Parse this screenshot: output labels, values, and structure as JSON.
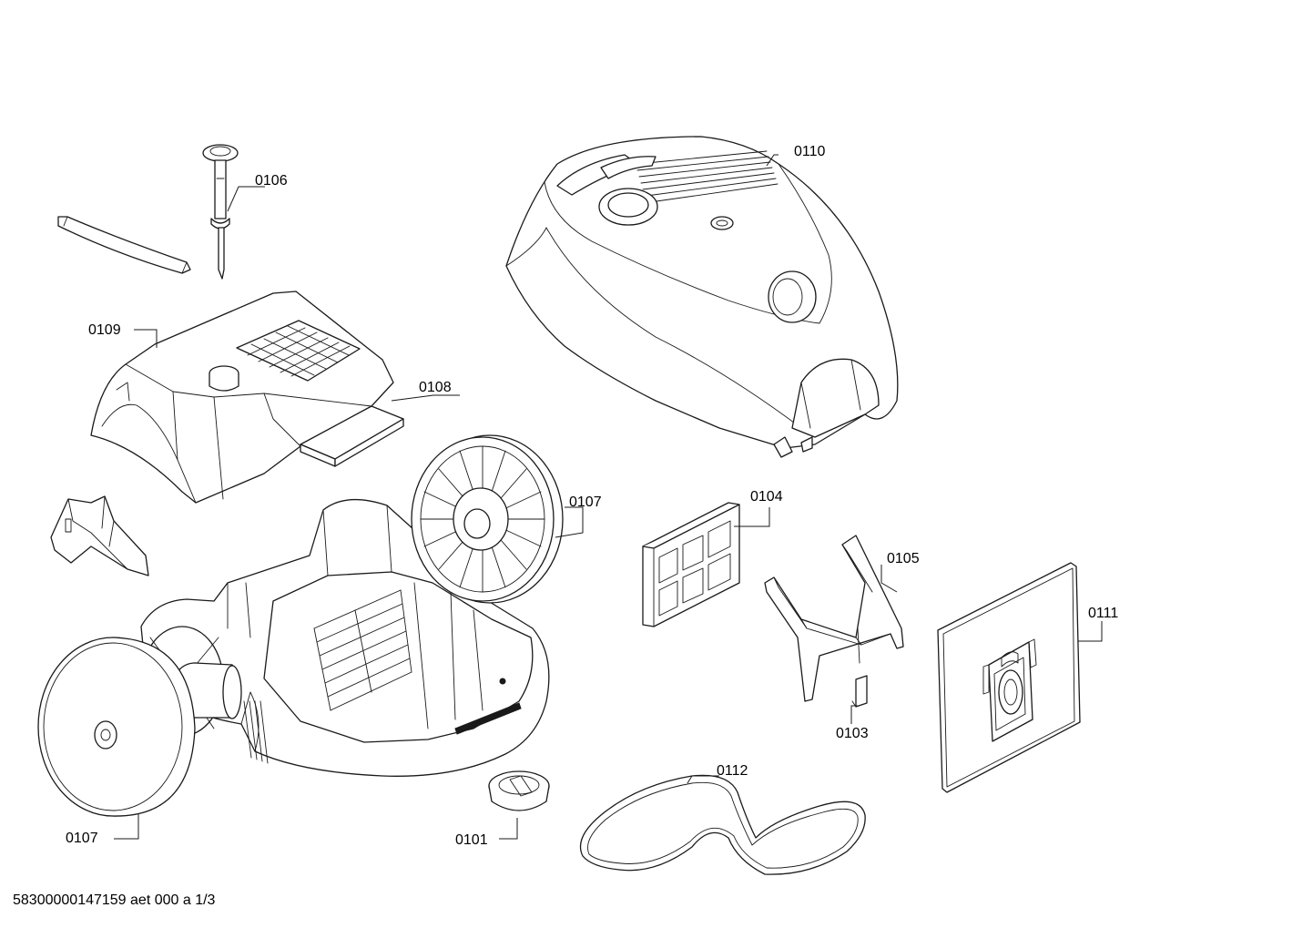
{
  "diagram": {
    "callouts": {
      "p0101": "0101",
      "p0103": "0103",
      "p0104": "0104",
      "p0105": "0105",
      "p0106": "0106",
      "p0107a": "0107",
      "p0107b": "0107",
      "p0108": "0108",
      "p0109": "0109",
      "p0110": "0110",
      "p0111": "0111",
      "p0112": "0112"
    }
  },
  "footer": {
    "doc_id": "58300000147159 aet 000 a 1/3"
  }
}
